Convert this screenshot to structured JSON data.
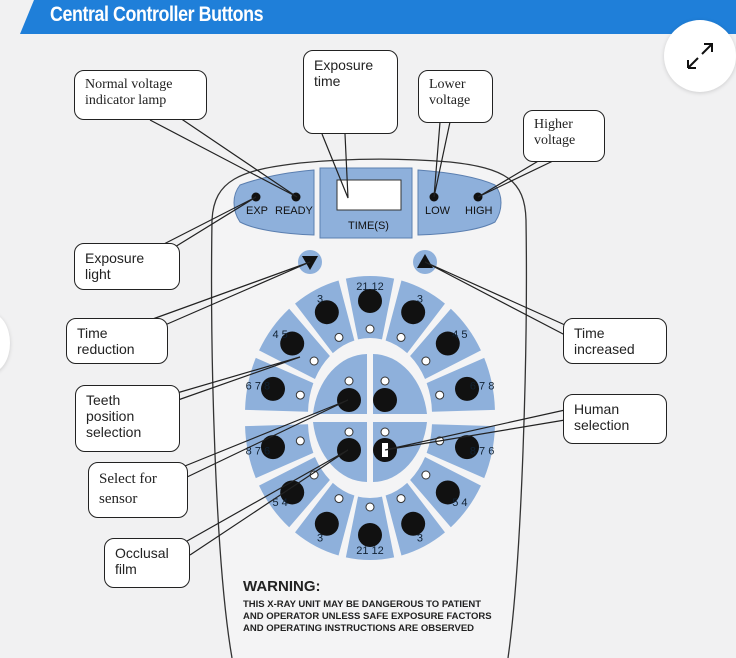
{
  "header": {
    "title": "Central Controller Buttons",
    "color": "#1f7fd9"
  },
  "panel": {
    "exp": "EXP",
    "ready": "READY",
    "time": "TIME(S)",
    "low": "LOW",
    "high": "HIGH",
    "accent": "#8eb0db"
  },
  "callouts": {
    "normal_voltage": "Normal voltage indicator lamp",
    "exposure_time": "Exposure time",
    "lower_voltage": "Lower voltage",
    "higher_voltage": "Higher voltage",
    "exposure_light": "Exposure light",
    "time_reduction": "Time reduction",
    "teeth_position": "Teeth position selection",
    "select_sensor": "Select for sensor",
    "occlusal_film": "Occlusal film",
    "time_increased": "Time increased",
    "human_selection": "Human selection"
  },
  "tooth_segments_top": [
    "6 7 8",
    "4 5",
    "3",
    "21 12",
    "3",
    "4 5",
    "6 7 8"
  ],
  "tooth_segments_bottom": [
    "8 7 6",
    "5 4",
    "3",
    "21 12",
    "3",
    "5 4",
    "8 7 6"
  ],
  "warning": {
    "title": "WARNING:",
    "lines": [
      "THIS X-RAY UNIT MAY BE DANGEROUS TO PATIENT",
      "AND OPERATOR UNLESS SAFE EXPOSURE FACTORS",
      "AND OPERATING INSTRUCTIONS ARE OBSERVED"
    ]
  }
}
